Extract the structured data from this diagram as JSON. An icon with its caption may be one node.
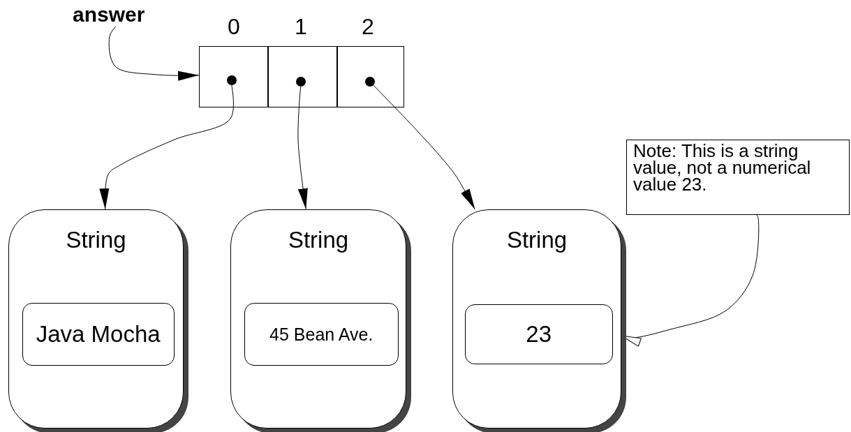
{
  "diagram": {
    "nodes": [
      {
        "text": [
          "answer"
        ]
      },
      {
        "text": [],
        "shape": "box"
      },
      {
        "text": [],
        "shape": "box",
        "in": 1
      },
      {
        "text": [],
        "shape": "box",
        "in": 1
      },
      {
        "text": [],
        "shape": "box",
        "in": 1
      },
      {
        "text": [],
        "shape": "circle",
        "in": 2
      },
      {
        "text": [],
        "shape": "circle",
        "in": 3
      },
      {
        "text": [],
        "shape": "circle",
        "in": 4
      },
      {
        "text": [
          "String"
        ]
      },
      {
        "text": [
          "Java Mocha"
        ],
        "in": 8
      },
      {
        "text": [
          "String"
        ]
      },
      {
        "text": [
          "45 Bean Ave."
        ],
        "in": 10
      },
      {
        "text": [
          "String"
        ]
      },
      {
        "text": [
          "23"
        ],
        "in": 12
      },
      {
        "text": [
          "Note: This is a string value, not a numerical value 23."
        ]
      }
    ],
    "edges": [
      {
        "from": 0,
        "to": 1,
        "arrow": "to"
      },
      {
        "from": 5,
        "to": 8,
        "arrow": "to"
      },
      {
        "from": 6,
        "to": 10,
        "arrow": "to"
      },
      {
        "from": 7,
        "to": 12,
        "arrow": "to"
      },
      {
        "from": 14,
        "to": 12,
        "arrow": "to"
      }
    ],
    "labels": [
      "0",
      "1",
      "2"
    ]
  }
}
